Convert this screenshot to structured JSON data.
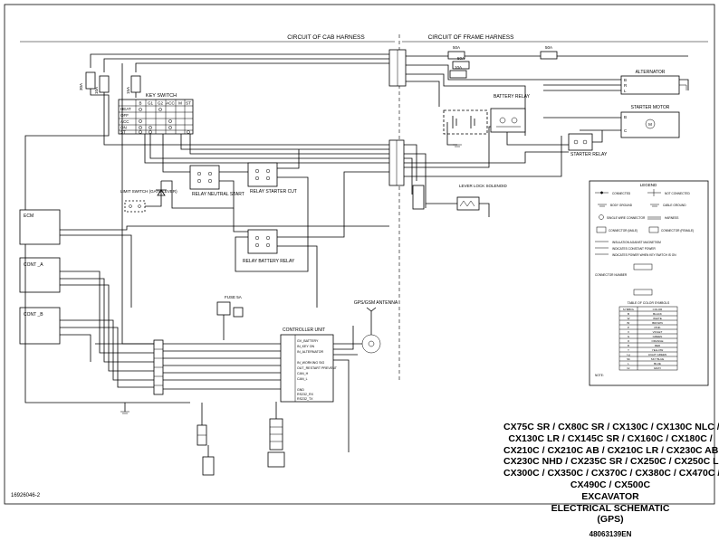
{
  "header": {
    "cab_harness": "CIRCUIT OF CAB HARNESS",
    "frame_harness": "CIRCUIT OF FRAME HARNESS"
  },
  "fuses": {
    "f1": "30A",
    "f2": "10A",
    "f3": "15A",
    "f4": "50A",
    "f5": "50A",
    "f6": "10A",
    "f7": "50A"
  },
  "key_switch": {
    "title": "KEY SWITCH",
    "columns": [
      "B",
      "G1",
      "G2",
      "ACC",
      "M",
      "ST"
    ],
    "rows": [
      "HEAT",
      "OFF",
      "ACC",
      "ON",
      "ST"
    ]
  },
  "components": {
    "alternator": "ALTERNATOR",
    "starter_motor": "STARTER MOTOR",
    "battery_relay": "BATTERY RELAY",
    "starter_relay": "STARTER RELAY",
    "relay_neutral_start": "RELAY NEUTRAL START",
    "relay_starter_cut": "RELAY STARTER CUT",
    "relay_battery_relay": "RELAY BATTERY RELAY",
    "limit_switch": "LIMIT SWITCH (GATE LEVER)",
    "lever_lock": "LEVER LOCK SOLENOID",
    "ecm": "ECM",
    "cont_a": "CONT _A",
    "cont_b": "CONT _B",
    "controller": "CONTROLLER UNIT",
    "antenna": "GPS/GSM ANTENNA",
    "fuse_small": "FUSE 5A",
    "terminal_b": "B",
    "terminal_r": "R",
    "terminal_l": "L",
    "terminal_m": "M",
    "terminal_c": "C"
  },
  "controller_pins": [
    "GV_BATTERY",
    "IN_KEY ON",
    "IN_ALTERNATOR",
    "",
    "IN_WORKING SIG",
    "OUT_RESTART PREVENT",
    "CAN_H",
    "CAN_L",
    "",
    "GND",
    "RS232_RX",
    "RS232_TX"
  ],
  "legend": {
    "title": "LEGEND",
    "items": [
      "CONNECTED",
      "NOT CONNECTED",
      "BODY GROUND",
      "CABLE GROUND",
      "SINGLE WIRE CONNECTOR",
      "HARNESS",
      "CONNECTOR (MALE)",
      "CONNECTOR (FEMALE)",
      "INSULATION AGAINST MAGNETISM",
      "INDICATES CONSTANT POWER",
      "INDICATES POWER WHEN KEY SWITCH IS ON"
    ],
    "connector_number": "CONNECTOR NUMBER",
    "color_table_title": "TABLE OF COLOR SYMBOLS",
    "color_header": [
      "SYMBOL",
      "COLOR"
    ],
    "colors": [
      [
        "B",
        "BLACK"
      ],
      [
        "W",
        "WHITE"
      ],
      [
        "Br",
        "BROWN"
      ],
      [
        "P",
        "PINK"
      ],
      [
        "V",
        "VIOLET"
      ],
      [
        "G",
        "GREEN"
      ],
      [
        "O",
        "ORANGE"
      ],
      [
        "R",
        "RED"
      ],
      [
        "Y",
        "YELLOW"
      ],
      [
        "Lg",
        "LIGHT GREEN"
      ],
      [
        "Sb",
        "SKY BLUE"
      ],
      [
        "L",
        "BLUE"
      ],
      [
        "Gr",
        "GRAY"
      ]
    ],
    "note": "NOTE:"
  },
  "title_block": {
    "models": [
      "CX75C SR / CX80C SR / CX130C / CX130C NLC /",
      "CX130C LR / CX145C SR / CX160C / CX180C /",
      "CX210C / CX210C AB / CX210C LR / CX230C AB /",
      "CX230C NHD / CX235C SR / CX250C / CX250C LR /",
      "CX300C / CX350C / CX370C / CX380C / CX470C /",
      "CX490C / CX500C"
    ],
    "machine": "EXCAVATOR",
    "doc_title": "ELECTRICAL SCHEMATIC",
    "doc_subtitle": "(GPS)",
    "doc_number": "48063139EN"
  },
  "sheet_number": "16926046-2"
}
